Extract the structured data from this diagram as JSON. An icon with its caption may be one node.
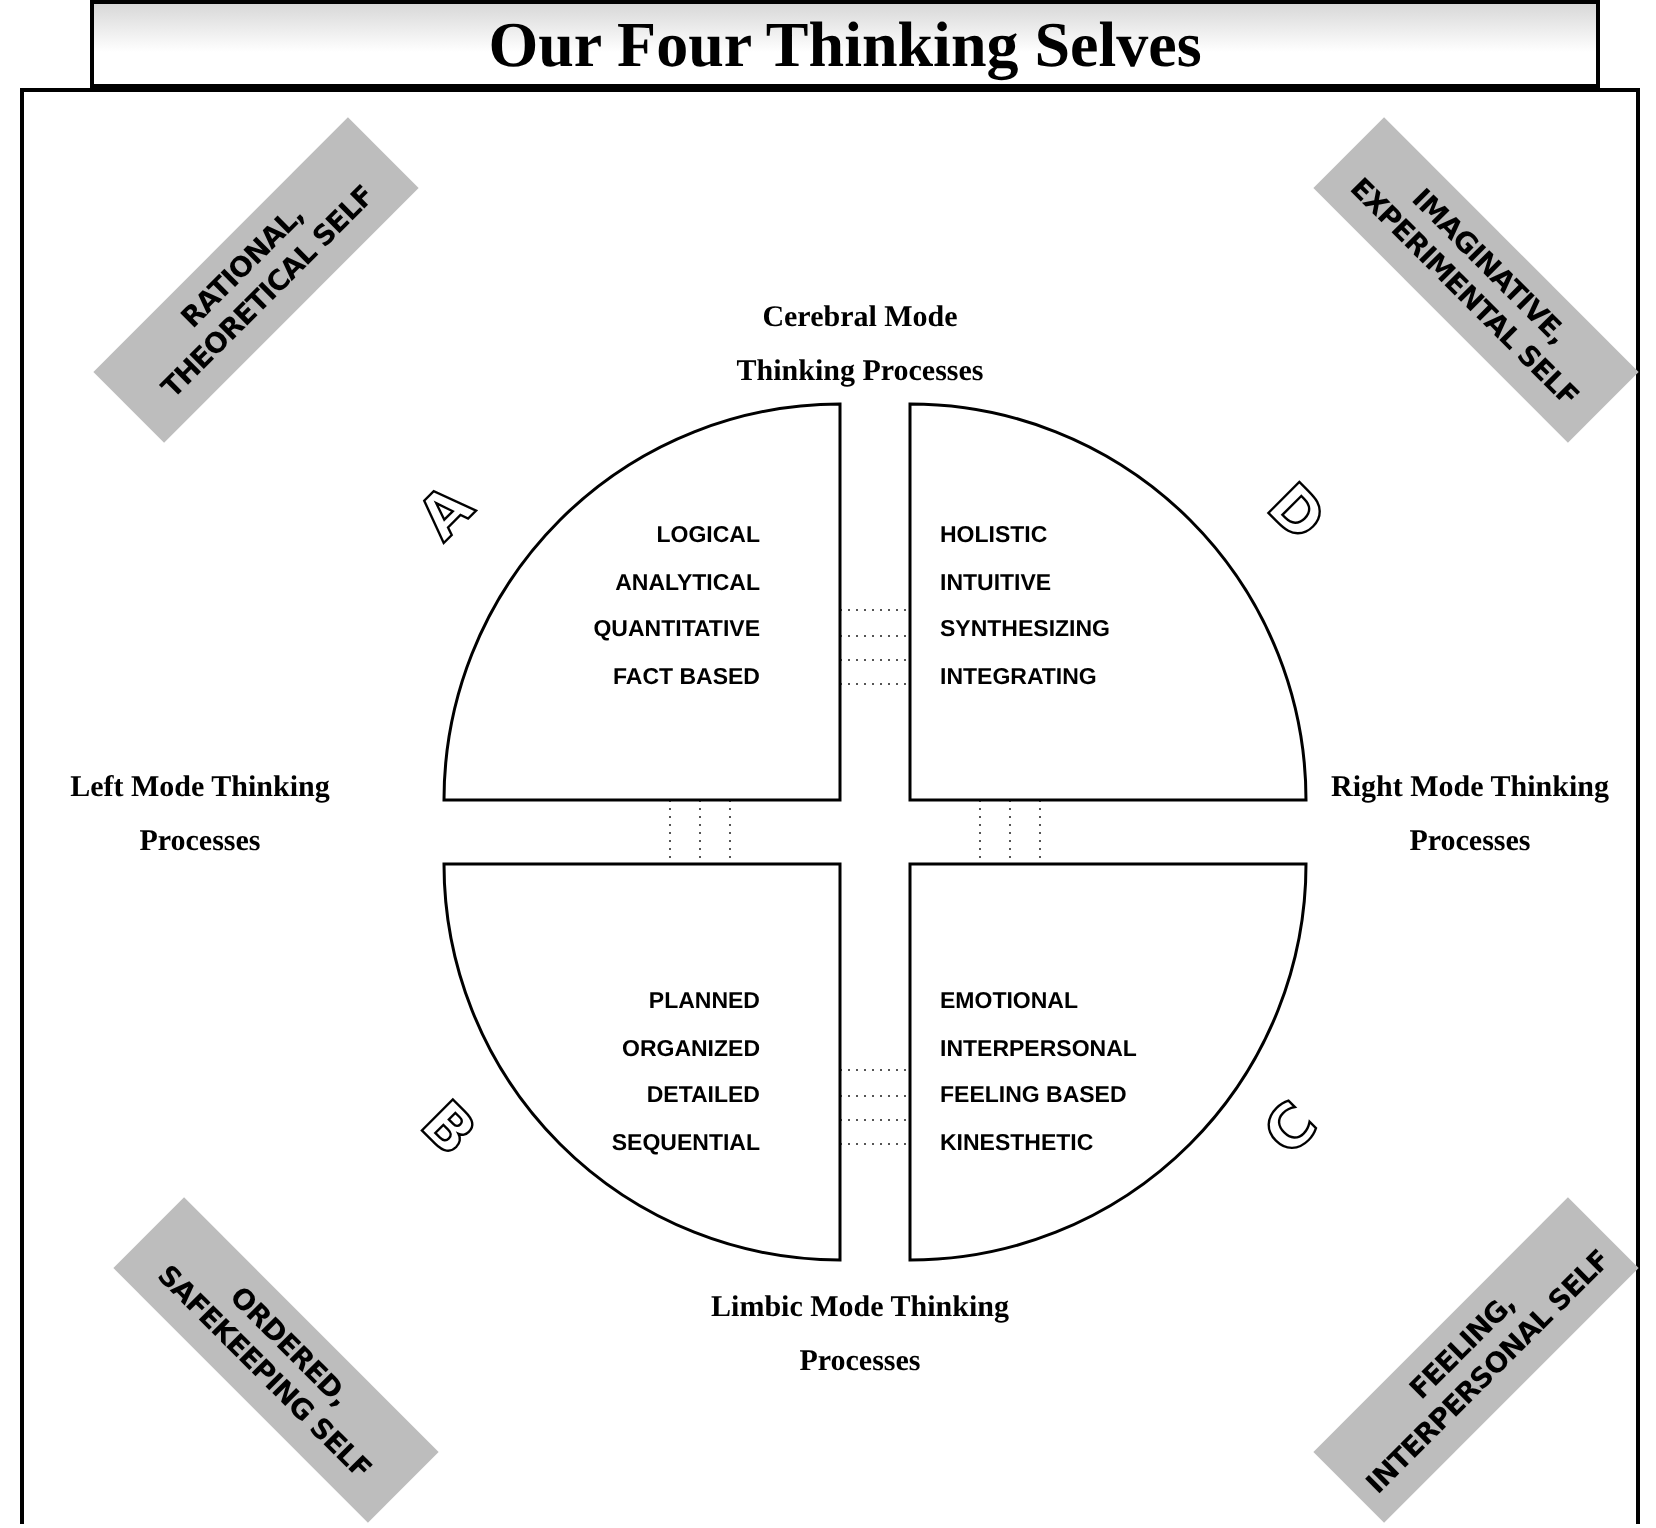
{
  "diagram": {
    "title": "Our Four Thinking Selves",
    "nodes": [
      {
        "text": [
          "RATIONAL, THEORETICAL SELF"
        ]
      },
      {
        "text": [
          "IMAGINATIVE, EXPERIMENTAL SELF"
        ]
      },
      {
        "text": [
          "LOGICAL",
          "ANALYTICAL",
          "QUANTITATIVE",
          "FACT BASED"
        ],
        "beside": [
          "A"
        ]
      },
      {
        "text": [
          "HOLISTIC",
          "INTUITIVE",
          "SYNTHESIZING",
          "INTEGRATING"
        ],
        "beside": [
          "D"
        ]
      },
      {
        "text": [
          "PLANNED",
          "ORGANIZED",
          "DETAILED",
          "SEQUENTIAL"
        ],
        "beside": [
          "B"
        ]
      },
      {
        "text": [
          "EMOTIONAL",
          "INTERPERSONAL",
          "FEELING BASED",
          "KINESTHETIC"
        ],
        "beside": [
          "C"
        ]
      },
      {
        "text": [
          "ORDERED, SAFEKEEPING SELF"
        ]
      },
      {
        "text": [
          "FEELING, INTERPERSONAL SELF"
        ]
      }
    ],
    "edges": [
      {
        "from": 2,
        "to": 3,
        "arrow": "none",
        "style": "dashed"
      },
      {
        "from": 2,
        "to": 4,
        "arrow": "none",
        "style": "dashed"
      },
      {
        "from": 3,
        "to": 5,
        "arrow": "none",
        "style": "dashed"
      },
      {
        "from": 4,
        "to": 5,
        "arrow": "none",
        "style": "dashed"
      }
    ],
    "labels": [
      "Cerebral Mode Thinking Processes",
      "Left Mode Thinking Processes",
      "Right Mode Thinking Processes",
      "Limbic Mode Thinking Processes"
    ]
  }
}
